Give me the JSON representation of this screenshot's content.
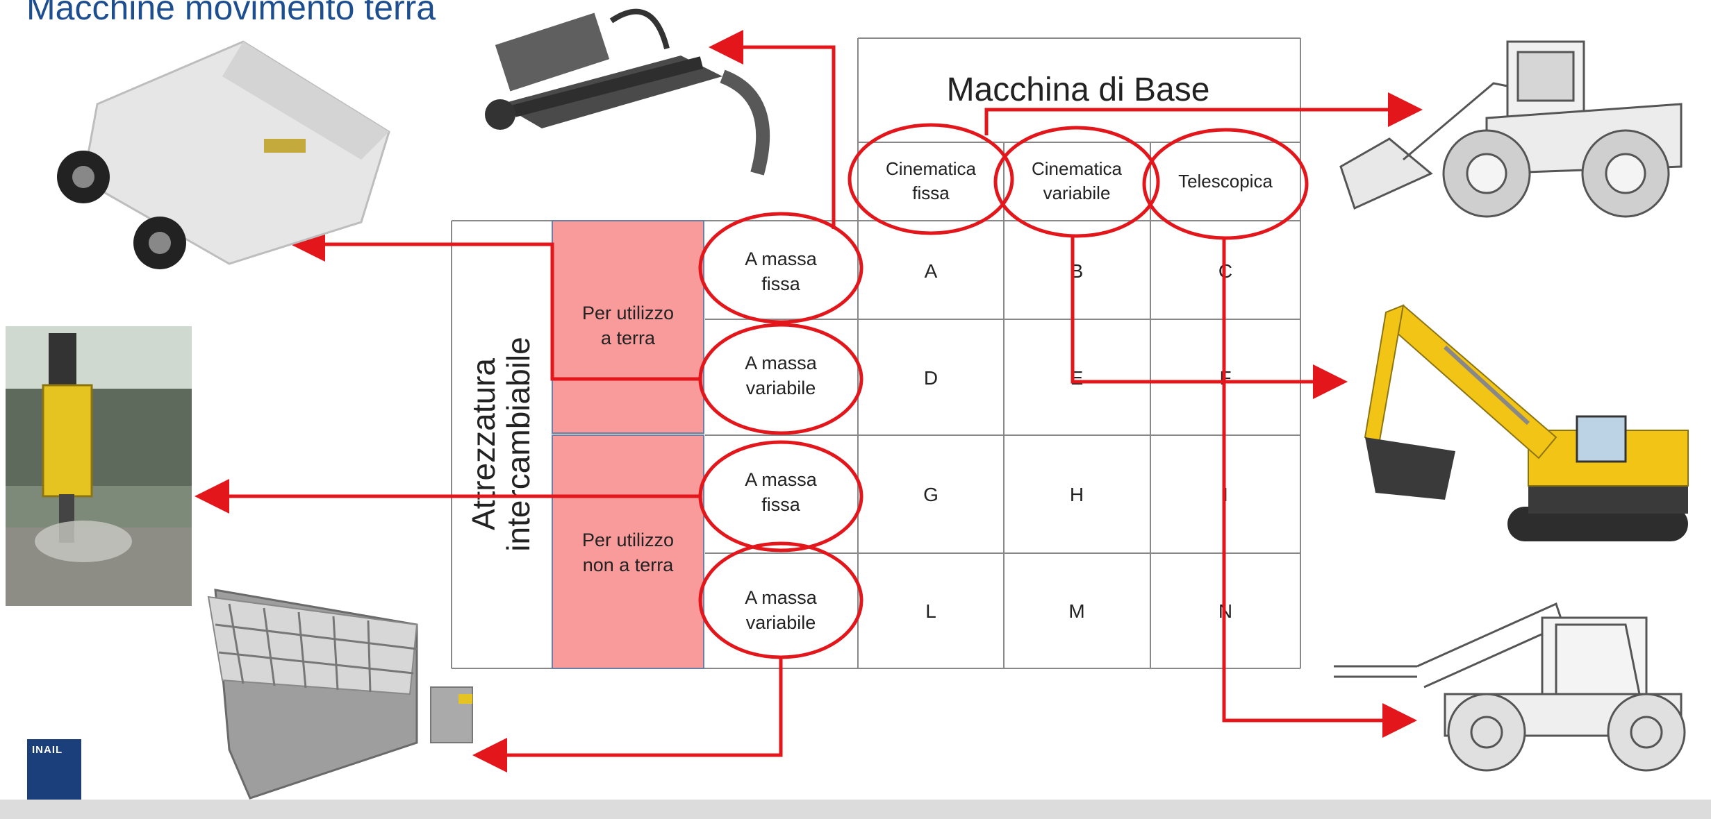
{
  "page": {
    "title": "Macchine movimento terra"
  },
  "logo": {
    "text": "INAIL"
  },
  "table": {
    "header_title": "Macchina di Base",
    "columns": [
      {
        "label_line1": "Cinematica",
        "label_line2": "fissa"
      },
      {
        "label_line1": "Cinematica",
        "label_line2": "variabile"
      },
      {
        "label_line1": "Telescopica",
        "label_line2": ""
      }
    ],
    "side_title_line1": "Attrezzatura",
    "side_title_line2": "intercambiabile",
    "groups": [
      {
        "line1": "Per utilizzo",
        "line2": "a terra"
      },
      {
        "line1": "Per utilizzo",
        "line2": "non a terra"
      }
    ],
    "rows": [
      {
        "line1": "A massa",
        "line2": "fissa",
        "cells": [
          "A",
          "B",
          "C"
        ]
      },
      {
        "line1": "A massa",
        "line2": "variabile",
        "cells": [
          "D",
          "E",
          "F"
        ]
      },
      {
        "line1": "A massa",
        "line2": "fissa",
        "cells": [
          "G",
          "H",
          "I"
        ]
      },
      {
        "line1": "A massa",
        "line2": "variabile",
        "cells": [
          "L",
          "M",
          "N"
        ]
      }
    ]
  },
  "colors": {
    "accent_red": "#e3161b",
    "group_fill": "#f99b9b",
    "title_blue": "#1d4e8f",
    "machine_yellow": "#f2c416"
  },
  "images": [
    {
      "name": "trencher-attachment-image"
    },
    {
      "name": "mulcher-attachment-image"
    },
    {
      "name": "hydraulic-breaker-image"
    },
    {
      "name": "mixing-bucket-image"
    },
    {
      "name": "wheel-loader-image"
    },
    {
      "name": "excavator-image"
    },
    {
      "name": "telehandler-image"
    }
  ]
}
